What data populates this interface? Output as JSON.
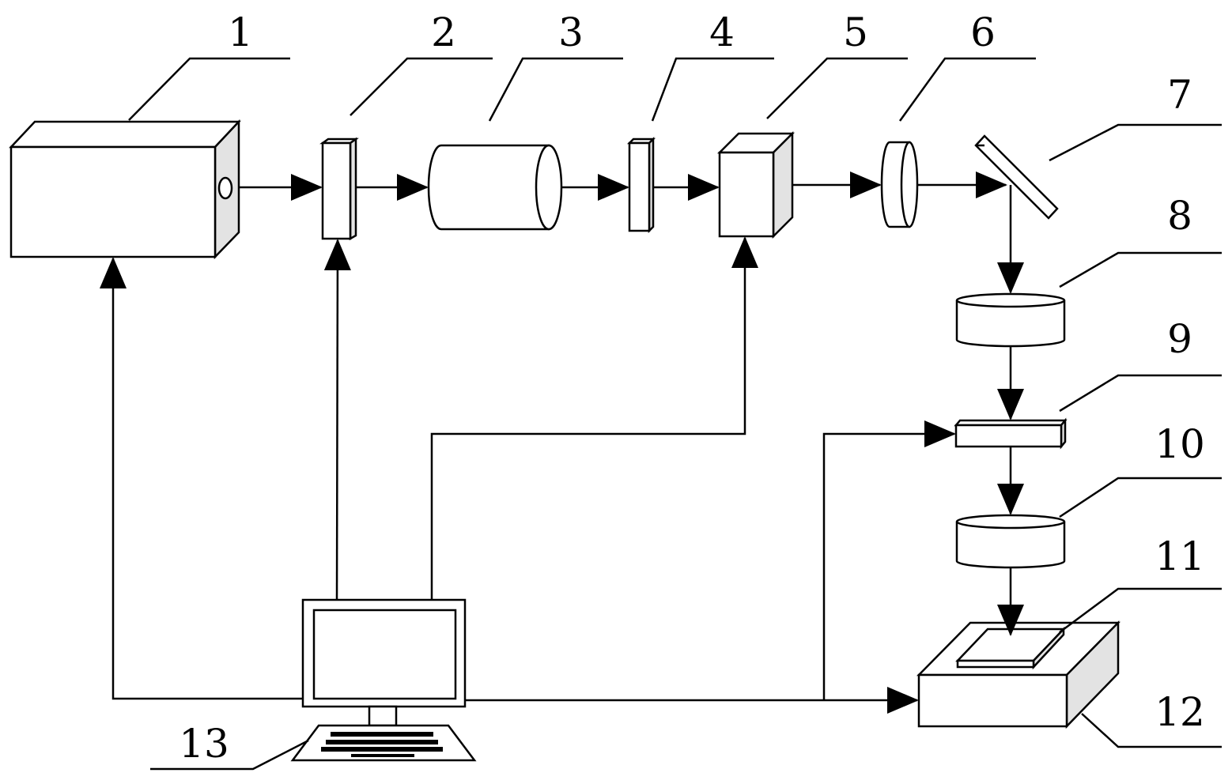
{
  "diagram": {
    "components": [
      {
        "id": "1",
        "label": "1"
      },
      {
        "id": "2",
        "label": "2"
      },
      {
        "id": "3",
        "label": "3"
      },
      {
        "id": "4",
        "label": "4"
      },
      {
        "id": "5",
        "label": "5"
      },
      {
        "id": "6",
        "label": "6"
      },
      {
        "id": "7",
        "label": "7"
      },
      {
        "id": "8",
        "label": "8"
      },
      {
        "id": "9",
        "label": "9"
      },
      {
        "id": "10",
        "label": "10"
      },
      {
        "id": "11",
        "label": "11"
      },
      {
        "id": "12",
        "label": "12"
      },
      {
        "id": "13",
        "label": "13"
      }
    ],
    "colors": {
      "line": "#000000",
      "side_face": "#e3e3e3",
      "background": "#ffffff"
    }
  }
}
